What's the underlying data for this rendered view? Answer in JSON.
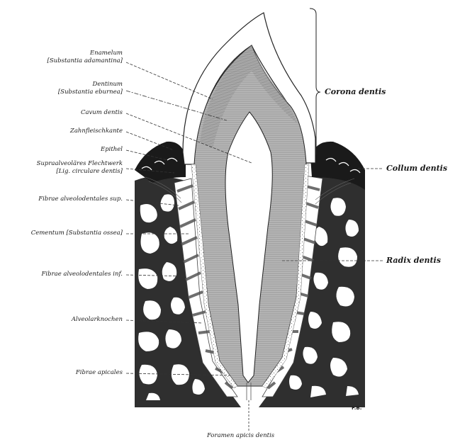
{
  "labels_left": [
    {
      "id": "enamelum",
      "lines": [
        "Enamelum",
        "[Substantia adamantina]"
      ]
    },
    {
      "id": "dentinum",
      "lines": [
        "Dentinum",
        "[Substantia eburnea]"
      ]
    },
    {
      "id": "cavum",
      "lines": [
        "Cavum dentis"
      ]
    },
    {
      "id": "zahnfleisch",
      "lines": [
        "Zahnfleischkante"
      ]
    },
    {
      "id": "epithel",
      "lines": [
        "Epithel"
      ]
    },
    {
      "id": "supraalveolar",
      "lines": [
        "Supraalveoläres Flechtwerk",
        "[Lig. circulare dentis]"
      ]
    },
    {
      "id": "fibrae-sup",
      "lines": [
        "Fibrae alveolodentales sup."
      ]
    },
    {
      "id": "cementum",
      "lines": [
        "Cementum [Substantia ossea]"
      ]
    },
    {
      "id": "fibrae-inf",
      "lines": [
        "Fibrae alveolodentales inf."
      ]
    },
    {
      "id": "alveolar",
      "lines": [
        "Alveolarknochen"
      ]
    },
    {
      "id": "fibrae-apic",
      "lines": [
        "Fibrae apicales"
      ]
    }
  ],
  "labels_right": {
    "corona": "Corona dentis",
    "collum": "Collum dentis",
    "radix": "Radix dentis"
  },
  "label_bottom": "Foramen apicis dentis",
  "signature": "F.B."
}
